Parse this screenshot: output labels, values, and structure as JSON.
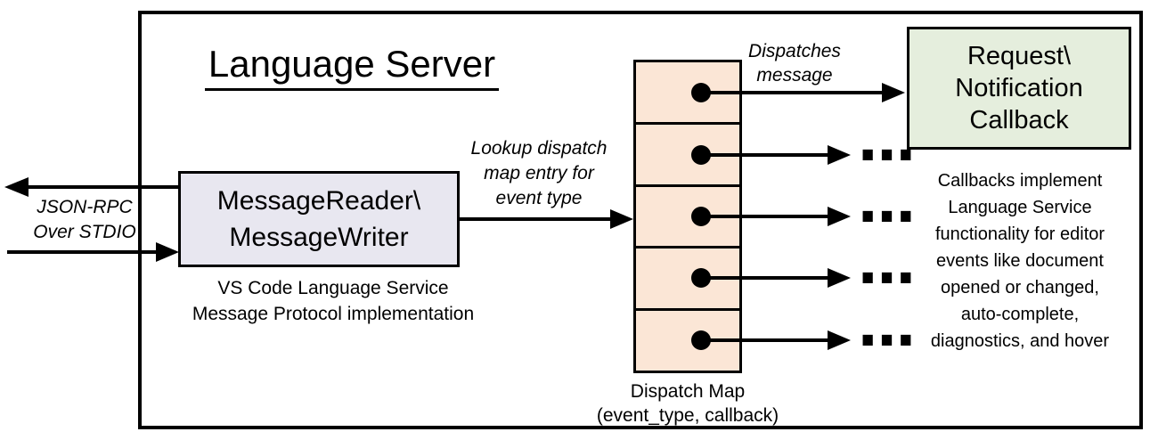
{
  "diagram": {
    "title": "Language Server",
    "io_label": "JSON-RPC\nOver STDIO",
    "reader_box_label": "MessageReader\\\nMessageWriter",
    "reader_caption": "VS Code Language Service\nMessage Protocol implementation",
    "lookup_label": "Lookup dispatch\nmap entry for\nevent type",
    "dispatches_label": "Dispatches\nmessage",
    "map_caption": "Dispatch Map\n(event_type, callback)",
    "callback_box_label": "Request\\\nNotification\nCallback",
    "callbacks_note": "Callbacks implement\nLanguage Service\nfunctionality for editor\nevents like document\nopened or changed,\nauto-complete,\ndiagnostics, and hover",
    "ellipsis": "...",
    "map_cell_count": 5,
    "colors": {
      "reader_box_fill": "#e8e7f0",
      "callback_box_fill": "#e5eedd",
      "dispatch_map_fill": "#fbe6d6",
      "line": "#000000",
      "background": "#ffffff"
    }
  }
}
